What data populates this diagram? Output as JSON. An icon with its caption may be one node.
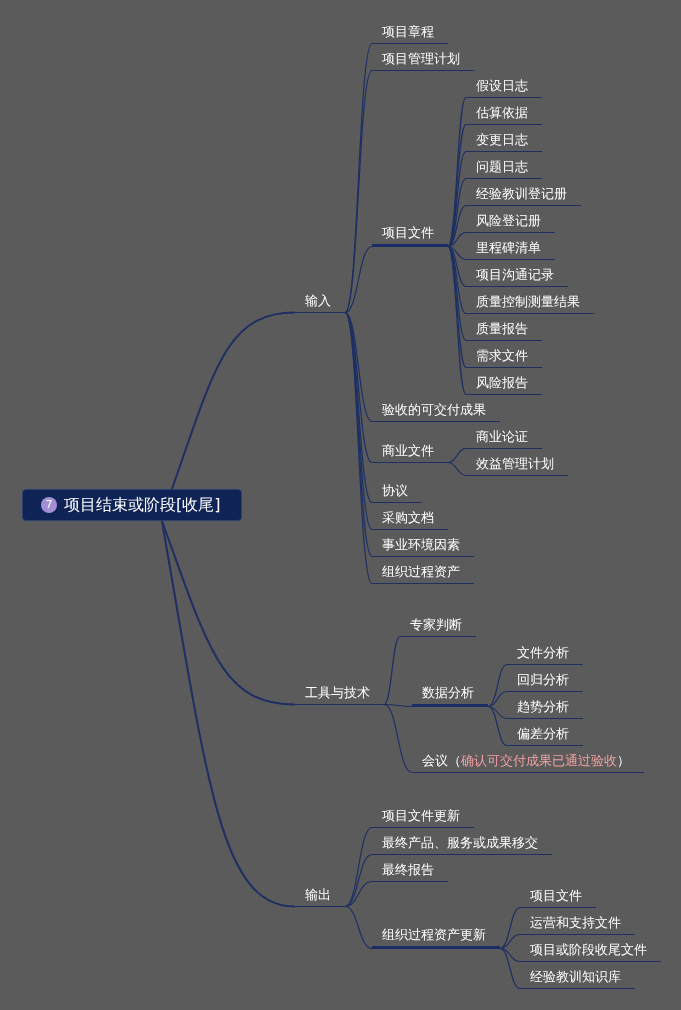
{
  "diagram": {
    "nodes": [
      {
        "text": [
          "7",
          "项目结束或阶段[收尾]"
        ]
      },
      {
        "text": [
          "输入"
        ]
      },
      {
        "text": [
          "项目章程"
        ]
      },
      {
        "text": [
          "项目管理计划"
        ]
      },
      {
        "text": [
          "项目文件"
        ]
      },
      {
        "text": [
          "假设日志"
        ]
      },
      {
        "text": [
          "估算依据"
        ]
      },
      {
        "text": [
          "变更日志"
        ]
      },
      {
        "text": [
          "问题日志"
        ]
      },
      {
        "text": [
          "经验教训登记册"
        ]
      },
      {
        "text": [
          "风险登记册"
        ]
      },
      {
        "text": [
          "里程碑清单"
        ]
      },
      {
        "text": [
          "项目沟通记录"
        ]
      },
      {
        "text": [
          "质量控制测量结果"
        ]
      },
      {
        "text": [
          "质量报告"
        ]
      },
      {
        "text": [
          "需求文件"
        ]
      },
      {
        "text": [
          "风险报告"
        ]
      },
      {
        "text": [
          "验收的可交付成果"
        ]
      },
      {
        "text": [
          "商业文件"
        ]
      },
      {
        "text": [
          "商业论证"
        ]
      },
      {
        "text": [
          "效益管理计划"
        ]
      },
      {
        "text": [
          "协议"
        ]
      },
      {
        "text": [
          "采购文档"
        ]
      },
      {
        "text": [
          "事业环境因素"
        ]
      },
      {
        "text": [
          "组织过程资产"
        ]
      },
      {
        "text": [
          "工具与技术"
        ]
      },
      {
        "text": [
          "专家判断"
        ]
      },
      {
        "text": [
          "数据分析"
        ]
      },
      {
        "text": [
          "文件分析"
        ]
      },
      {
        "text": [
          "回归分析"
        ]
      },
      {
        "text": [
          "趋势分析"
        ]
      },
      {
        "text": [
          "偏差分析"
        ]
      },
      {
        "text": [
          "会议（",
          "确认可交付成果已通过验收",
          "）"
        ]
      },
      {
        "text": [
          "输出"
        ]
      },
      {
        "text": [
          "项目文件更新"
        ]
      },
      {
        "text": [
          "最终产品、服务或成果移交"
        ]
      },
      {
        "text": [
          "最终报告"
        ]
      },
      {
        "text": [
          "组织过程资产更新"
        ]
      },
      {
        "text": [
          "项目文件"
        ]
      },
      {
        "text": [
          "运营和支持文件"
        ]
      },
      {
        "text": [
          "项目或阶段收尾文件"
        ]
      },
      {
        "text": [
          "经验教训知识库"
        ]
      }
    ],
    "edges": [
      {
        "from": 0,
        "to": 1,
        "arrow": "none"
      },
      {
        "from": 1,
        "to": 2,
        "arrow": "none"
      },
      {
        "from": 1,
        "to": 3,
        "arrow": "none"
      },
      {
        "from": 1,
        "to": 4,
        "arrow": "none"
      },
      {
        "from": 4,
        "to": 5,
        "arrow": "none"
      },
      {
        "from": 4,
        "to": 6,
        "arrow": "none"
      },
      {
        "from": 4,
        "to": 7,
        "arrow": "none"
      },
      {
        "from": 4,
        "to": 8,
        "arrow": "none"
      },
      {
        "from": 4,
        "to": 9,
        "arrow": "none"
      },
      {
        "from": 4,
        "to": 10,
        "arrow": "none"
      },
      {
        "from": 4,
        "to": 11,
        "arrow": "none"
      },
      {
        "from": 4,
        "to": 12,
        "arrow": "none"
      },
      {
        "from": 4,
        "to": 13,
        "arrow": "none"
      },
      {
        "from": 4,
        "to": 14,
        "arrow": "none"
      },
      {
        "from": 4,
        "to": 15,
        "arrow": "none"
      },
      {
        "from": 4,
        "to": 16,
        "arrow": "none"
      },
      {
        "from": 1,
        "to": 17,
        "arrow": "none"
      },
      {
        "from": 1,
        "to": 18,
        "arrow": "none"
      },
      {
        "from": 18,
        "to": 19,
        "arrow": "none"
      },
      {
        "from": 18,
        "to": 20,
        "arrow": "none"
      },
      {
        "from": 1,
        "to": 21,
        "arrow": "none"
      },
      {
        "from": 1,
        "to": 22,
        "arrow": "none"
      },
      {
        "from": 1,
        "to": 23,
        "arrow": "none"
      },
      {
        "from": 1,
        "to": 24,
        "arrow": "none"
      },
      {
        "from": 0,
        "to": 25,
        "arrow": "none"
      },
      {
        "from": 25,
        "to": 26,
        "arrow": "none"
      },
      {
        "from": 25,
        "to": 27,
        "arrow": "none"
      },
      {
        "from": 27,
        "to": 28,
        "arrow": "none"
      },
      {
        "from": 27,
        "to": 29,
        "arrow": "none"
      },
      {
        "from": 27,
        "to": 30,
        "arrow": "none"
      },
      {
        "from": 27,
        "to": 31,
        "arrow": "none"
      },
      {
        "from": 25,
        "to": 32,
        "arrow": "none"
      },
      {
        "from": 0,
        "to": 33,
        "arrow": "none"
      },
      {
        "from": 33,
        "to": 34,
        "arrow": "none"
      },
      {
        "from": 33,
        "to": 35,
        "arrow": "none"
      },
      {
        "from": 33,
        "to": 36,
        "arrow": "none"
      },
      {
        "from": 33,
        "to": 37,
        "arrow": "none"
      },
      {
        "from": 37,
        "to": 38,
        "arrow": "none"
      },
      {
        "from": 37,
        "to": 39,
        "arrow": "none"
      },
      {
        "from": 37,
        "to": 40,
        "arrow": "none"
      },
      {
        "from": 37,
        "to": 41,
        "arrow": "none"
      }
    ]
  }
}
